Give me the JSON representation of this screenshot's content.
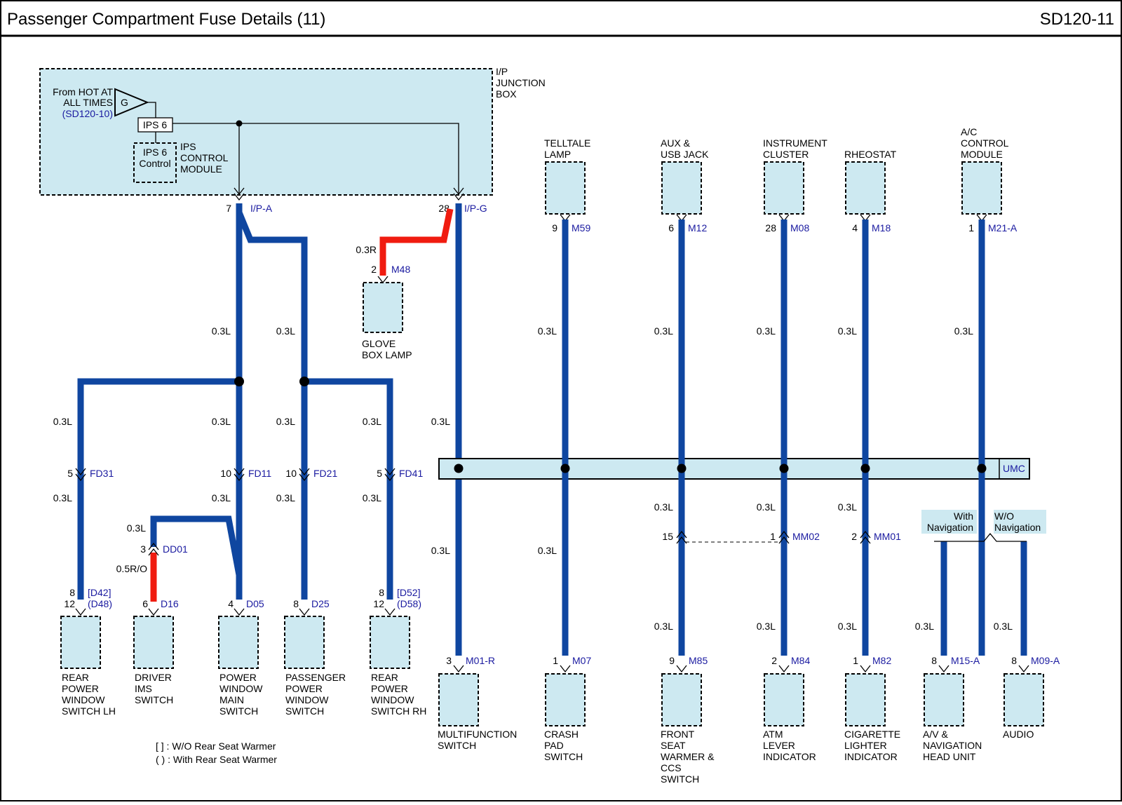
{
  "header": {
    "title": "Passenger Compartment Fuse Details (11)",
    "code": "SD120-11"
  },
  "jb": {
    "label": [
      "I/P",
      "JUNCTION",
      "BOX"
    ],
    "source": [
      "From HOT AT",
      "ALL TIMES"
    ],
    "source_ref": "(SD120-10)",
    "connector_letter": "G",
    "fuse": "IPS 6",
    "control": [
      "IPS 6",
      "Control"
    ],
    "control_label": [
      "IPS",
      "CONTROL",
      "MODULE"
    ],
    "pin_a": "7",
    "conn_a": "I/P-A",
    "pin_g": "28",
    "conn_g": "I/P-G"
  },
  "wire_size": {
    "blue": "0.3L",
    "red": "0.3R",
    "red_orange": "0.5R/O"
  },
  "glove": {
    "pin": "2",
    "conn": "M48",
    "label": [
      "GLOVE",
      "BOX LAMP"
    ]
  },
  "top_components": [
    {
      "label": [
        "TELLTALE",
        "LAMP"
      ],
      "pin": "9",
      "conn": "M59"
    },
    {
      "label": [
        "AUX &",
        "USB JACK"
      ],
      "pin": "6",
      "conn": "M12"
    },
    {
      "label": [
        "INSTRUMENT",
        "CLUSTER"
      ],
      "pin": "28",
      "conn": "M08"
    },
    {
      "label": [
        "RHEOSTAT"
      ],
      "pin": "4",
      "conn": "M18"
    },
    {
      "label": [
        "A/C",
        "CONTROL",
        "MODULE"
      ],
      "pin": "1",
      "conn": "M21-A"
    }
  ],
  "umc": "UMC",
  "fd_connectors": [
    {
      "pin": "5",
      "conn": "FD31"
    },
    {
      "pin": "10",
      "conn": "FD11"
    },
    {
      "pin": "10",
      "conn": "FD21"
    },
    {
      "pin": "5",
      "conn": "FD41"
    }
  ],
  "dd01": {
    "pin": "3",
    "conn": "DD01"
  },
  "bottom_left": [
    {
      "pin1": "8",
      "conn1": "[D42]",
      "pin2": "12",
      "conn2": "(D48)",
      "label": [
        "REAR",
        "POWER",
        "WINDOW",
        "SWITCH LH"
      ]
    },
    {
      "pin": "6",
      "conn": "D16",
      "label": [
        "DRIVER",
        "IMS",
        "SWITCH"
      ]
    },
    {
      "pin": "4",
      "conn": "D05",
      "label": [
        "POWER",
        "WINDOW",
        "MAIN",
        "SWITCH"
      ]
    },
    {
      "pin": "8",
      "conn": "D25",
      "label": [
        "PASSENGER",
        "POWER",
        "WINDOW",
        "SWITCH"
      ]
    },
    {
      "pin1": "8",
      "conn1": "[D52]",
      "pin2": "12",
      "conn2": "(D58)",
      "label": [
        "REAR",
        "POWER",
        "WINDOW",
        "SWITCH RH"
      ]
    }
  ],
  "mm_connectors": [
    {
      "pin": "15",
      "conn": ""
    },
    {
      "pin": "1",
      "conn": "MM02"
    },
    {
      "pin": "2",
      "conn": "MM01"
    }
  ],
  "nav": {
    "with": [
      "With",
      "Navigation"
    ],
    "without": [
      "W/O",
      "Navigation"
    ]
  },
  "bottom_right": [
    {
      "pin": "3",
      "conn": "M01-R",
      "label": [
        "MULTIFUNCTION",
        "SWITCH"
      ]
    },
    {
      "pin": "1",
      "conn": "M07",
      "label": [
        "CRASH",
        "PAD",
        "SWITCH"
      ]
    },
    {
      "pin": "9",
      "conn": "M85",
      "label": [
        "FRONT",
        "SEAT",
        "WARMER &",
        "CCS",
        "SWITCH"
      ]
    },
    {
      "pin": "2",
      "conn": "M84",
      "label": [
        "ATM",
        "LEVER",
        "INDICATOR"
      ]
    },
    {
      "pin": "1",
      "conn": "M82",
      "label": [
        "CIGARETTE",
        "LIGHTER",
        "INDICATOR"
      ]
    },
    {
      "pin": "8",
      "conn": "M15-A",
      "label": [
        "A/V &",
        "NAVIGATION",
        "HEAD UNIT"
      ]
    },
    {
      "pin": "8",
      "conn": "M09-A",
      "label": [
        "AUDIO"
      ]
    }
  ],
  "legend": [
    "[  ] : W/O Rear Seat Warmer",
    "(  ) : With Rear Seat Warmer"
  ]
}
